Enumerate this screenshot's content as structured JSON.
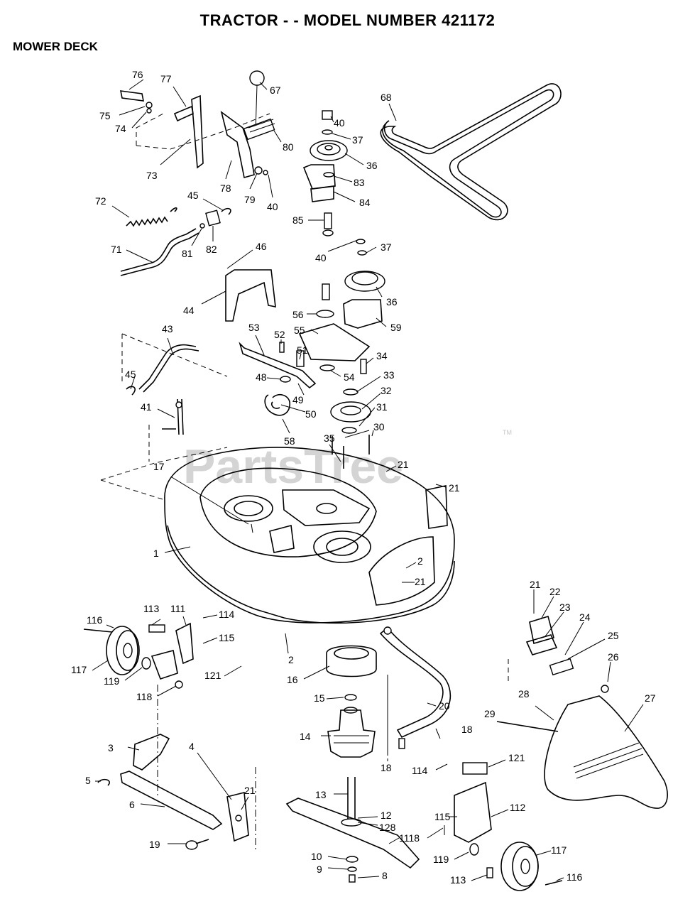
{
  "title": "TRACTOR - - MODEL NUMBER 421172",
  "section": "MOWER DECK",
  "watermark": {
    "text": "PartsTree",
    "trademark": "TM"
  },
  "callouts": [
    "76",
    "77",
    "67",
    "75",
    "74",
    "73",
    "78",
    "79",
    "40",
    "80",
    "68",
    "40",
    "37",
    "36",
    "83",
    "84",
    "72",
    "45",
    "81",
    "82",
    "71",
    "85",
    "46",
    "40",
    "37",
    "36",
    "56",
    "55",
    "59",
    "44",
    "43",
    "53",
    "52",
    "51",
    "34",
    "54",
    "48",
    "49",
    "33",
    "45",
    "50",
    "32",
    "41",
    "58",
    "35",
    "31",
    "30",
    "21",
    "17",
    "21",
    "1",
    "2",
    "21",
    "21",
    "22",
    "23",
    "24",
    "25",
    "26",
    "27",
    "116",
    "113",
    "111",
    "114",
    "115",
    "117",
    "119",
    "121",
    "118",
    "2",
    "16",
    "15",
    "20",
    "28",
    "29",
    "14",
    "18",
    "3",
    "4",
    "5",
    "6",
    "21",
    "18",
    "114",
    "121",
    "13",
    "12",
    "128",
    "1118",
    "115",
    "112",
    "19",
    "119",
    "117",
    "10",
    "9",
    "8",
    "113",
    "116"
  ]
}
